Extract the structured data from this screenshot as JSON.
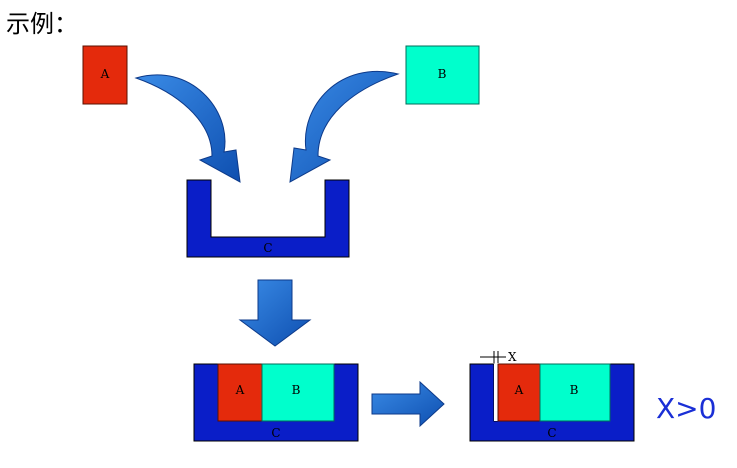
{
  "title": "示例：",
  "blocks": {
    "a_label": "A",
    "b_label": "B",
    "c_label": "C"
  },
  "gap_label": "X",
  "result_text": "X>0",
  "colors": {
    "block_a": "#e42a0c",
    "block_b": "#00ffcc",
    "container_c": "#0a1ec8",
    "arrow": "#1a66cc",
    "result_text": "#1a2fd6"
  }
}
